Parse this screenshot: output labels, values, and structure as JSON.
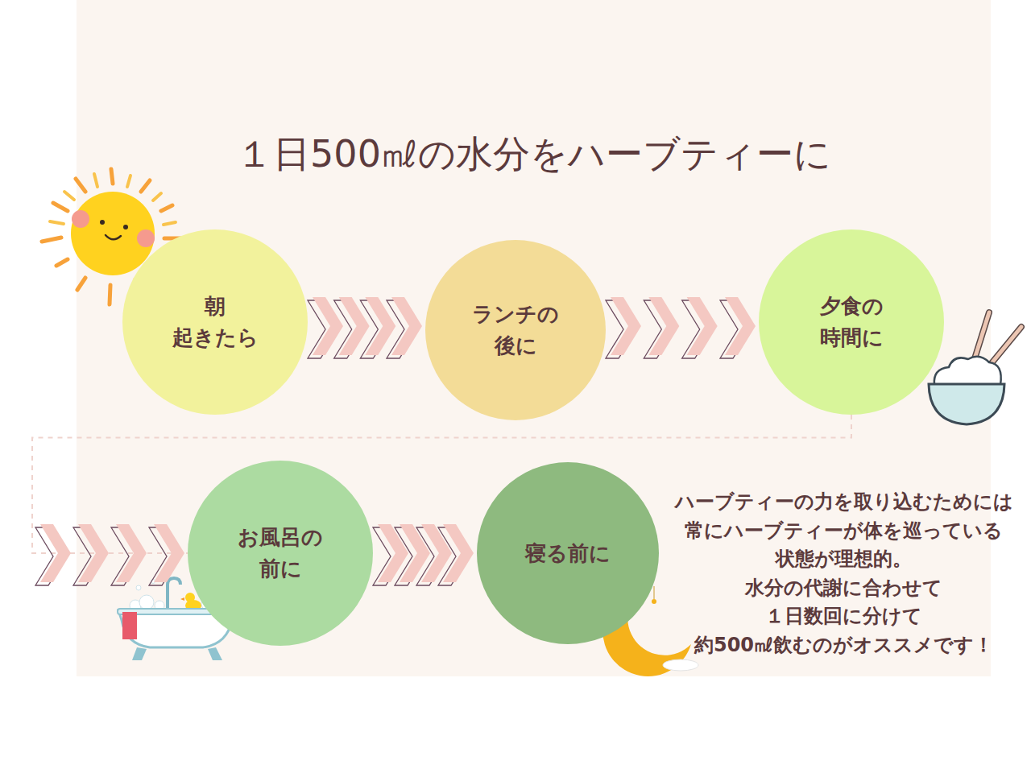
{
  "diagram": {
    "title": "１日500㎖の水分をハーブティーに",
    "nodes": [
      {
        "text": [
          "朝 起きたら"
        ]
      },
      {
        "text": [
          "ランチの 後に"
        ]
      },
      {
        "text": [
          "夕食の 時間に"
        ]
      },
      {
        "text": [
          "お風呂の 前に"
        ]
      },
      {
        "text": [
          "寝る前に"
        ]
      }
    ],
    "edges": [
      {
        "from": 0,
        "to": 1,
        "arrow": "to"
      },
      {
        "from": 1,
        "to": 2,
        "arrow": "to"
      },
      {
        "from": 2,
        "to": 3,
        "arrow": "to"
      },
      {
        "from": 3,
        "to": 4,
        "arrow": "to"
      }
    ],
    "labels": [
      "ハーブティーの力を取り込むためには 常にハーブティーが体を巡っている 状態が理想的。 水分の代謝に合わせて １日数回に分けて 約500㎖飲むのがオススメです！"
    ]
  }
}
